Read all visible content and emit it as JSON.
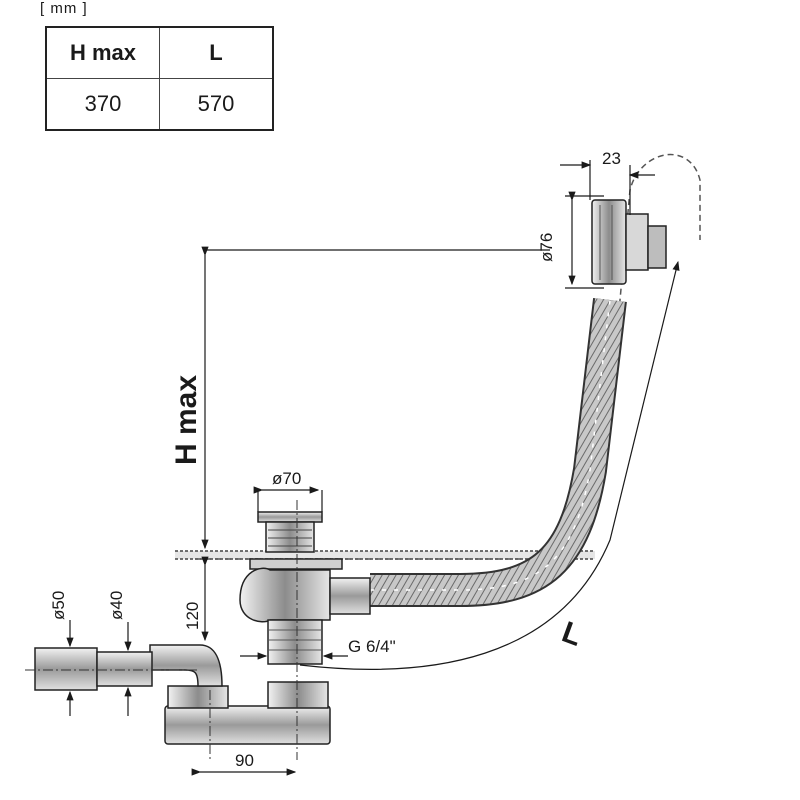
{
  "unit_label": "[ mm ]",
  "table": {
    "headers": [
      "H max",
      "L"
    ],
    "rows": [
      [
        "370",
        "570"
      ]
    ]
  },
  "dimensions": {
    "d23": "23",
    "d76": "ø76",
    "hmax": "H max",
    "d70": "ø70",
    "d50": "ø50",
    "d40": "ø40",
    "d120": "120",
    "thread": "G 6/4\"",
    "l": "L",
    "d90": "90"
  }
}
